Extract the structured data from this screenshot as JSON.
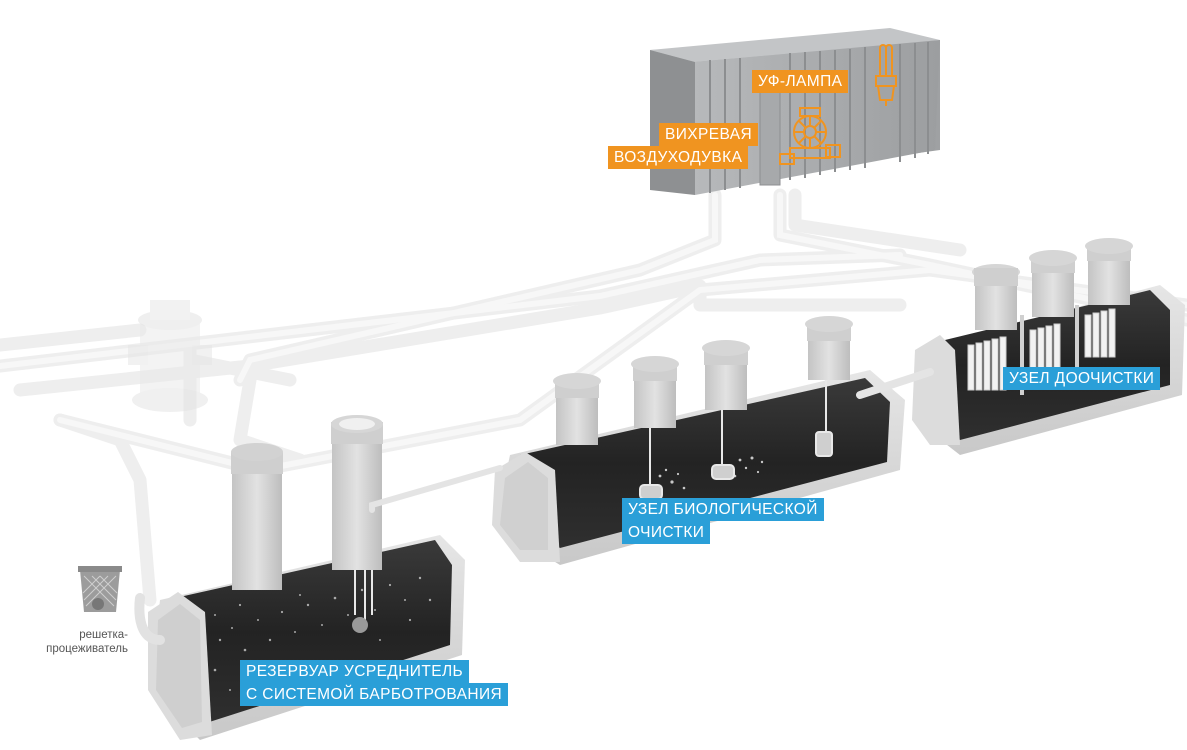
{
  "labels": {
    "uv_lamp": "УФ-ЛАМПА",
    "blower_1": "ВИХРЕВАЯ",
    "blower_2": "ВОЗДУХОДУВКА",
    "post_treatment": "УЗЕЛ ДООЧИСТКИ",
    "bio_1": "УЗЕЛ БИОЛОГИЧЕСКОЙ",
    "bio_2": "ОЧИСТКИ",
    "reservoir_1": "РЕЗЕРВУАР УСРЕДНИТЕЛЬ",
    "reservoir_2": "С СИСТЕМОЙ БАРБОТРОВАНИЯ",
    "grate_1": "решетка-",
    "grate_2": "процеживатель"
  },
  "colors": {
    "label_blue": "#2a9fd8",
    "label_orange": "#f09420",
    "pipe": "#ececec",
    "tank_dark": "#2b2b2b",
    "tank_shell": "#d9d9d9",
    "container": "#a9abad"
  },
  "icons": [
    "uv-lamp-icon",
    "blower-icon",
    "trash-basket-icon"
  ]
}
